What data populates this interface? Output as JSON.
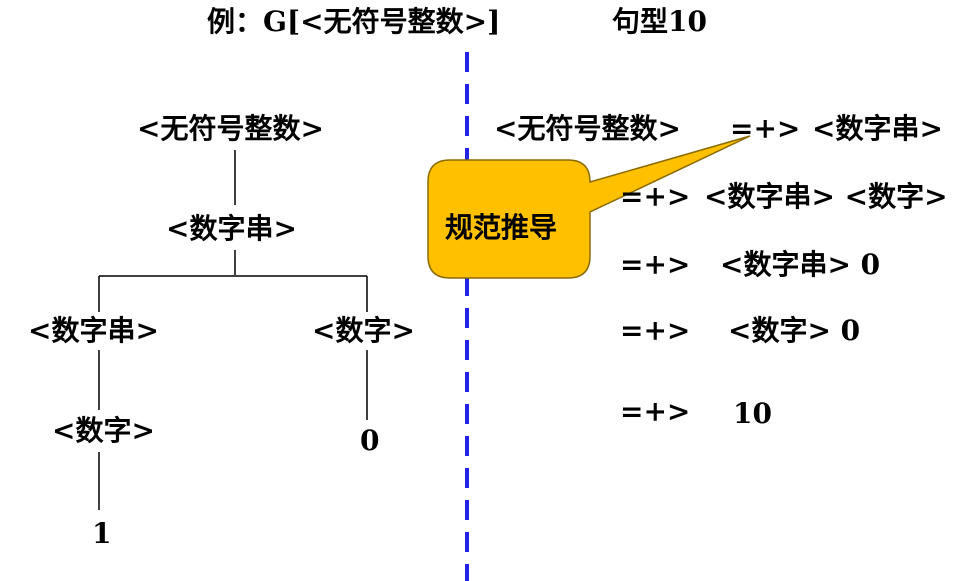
{
  "title": {
    "example": "例：G[<无符号整数>]",
    "sentence": "句型10"
  },
  "tree": {
    "root": "<无符号整数>",
    "level1": "<数字串>",
    "level2_left": "<数字串>",
    "level2_right": "<数字>",
    "level3_left": "<数字>",
    "leaf_left": "1",
    "leaf_right": "0"
  },
  "derivation": {
    "start": "<无符号整数>",
    "arrow": "=+>",
    "steps": [
      "<数字串>",
      "<数字串> <数字>",
      "<数字串> 0",
      "<数字> 0",
      "10"
    ]
  },
  "callout": {
    "label": "规范推导",
    "fill": "#FFC000",
    "border": "#8B6B00"
  },
  "divider_color": "#2323E6"
}
